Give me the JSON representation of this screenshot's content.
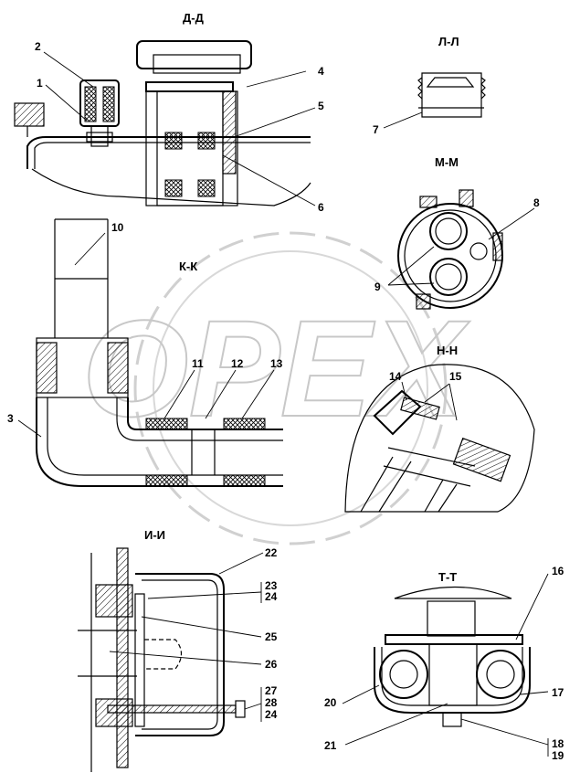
{
  "sections": {
    "dd": "Д-Д",
    "ll": "Л-Л",
    "mm": "М-М",
    "kk": "К-К",
    "nn": "Н-Н",
    "ii": "И-И",
    "tt": "Т-Т"
  },
  "watermark": "OPEX",
  "callouts": {
    "n1": "1",
    "n2": "2",
    "n3": "3",
    "n4": "4",
    "n5": "5",
    "n6": "6",
    "n7": "7",
    "n8": "8",
    "n9": "9",
    "n10": "10",
    "n11": "11",
    "n12": "12",
    "n13": "13",
    "n14": "14",
    "n15": "15",
    "n16": "16",
    "n17": "17",
    "n18": "18",
    "n19": "19",
    "n20": "20",
    "n21": "21",
    "n22": "22",
    "n23": "23",
    "n24a": "24",
    "n25": "25",
    "n26": "26",
    "n27": "27",
    "n28": "28",
    "n24b": "24"
  }
}
